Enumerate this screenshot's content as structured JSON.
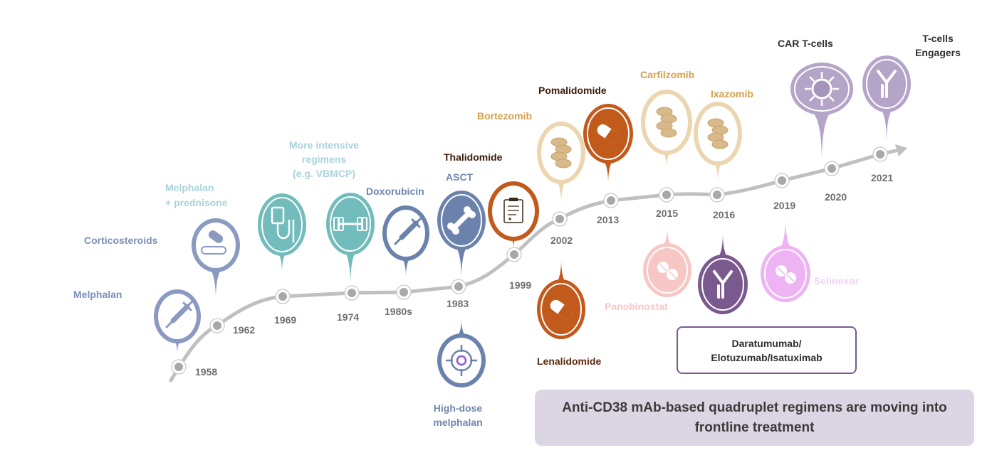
{
  "years": [
    "1958",
    "1962",
    "1969",
    "1974",
    "1980s",
    "1983",
    "1999",
    "2002",
    "2013",
    "2015",
    "2016",
    "2019",
    "2020",
    "2021"
  ],
  "drugs": {
    "melphalan": "Melphalan",
    "corticosteroids": "Corticosteroids",
    "melphalan_prednisone": [
      "Melphalan",
      "+ prednisone"
    ],
    "more_intensive": [
      "More intensive",
      "regimens",
      "(e.g. VBMCP)"
    ],
    "doxorubicin": "Doxorubicin",
    "asct": "ASCT",
    "high_dose_melphalan": [
      "High-dose",
      "melphalan"
    ],
    "thalidomide": "Thalidomide",
    "bortezomib": "Bortezomib",
    "lenalidomide": "Lenalidomide",
    "pomalidomide": "Pomalidomide",
    "carfilzomib": "Carfilzomib",
    "panobinostat": "Panobinostat",
    "ixazomib": "Ixazomib",
    "selinexor": "Selinexor",
    "car_t": "CAR T-cells",
    "t_cell_engagers": [
      "T-cells",
      "Engagers"
    ]
  },
  "antibody_box": [
    "Daratumumab/",
    "Elotuzumab/Isatuximab"
  ],
  "footer_box": [
    "Anti-CD38 mAb-based quadruplet regimens are moving into",
    "frontline treatment"
  ],
  "colors": {
    "blue_grey": "#8a9ac0",
    "teal": "#72bcbc",
    "light_teal": "#a6d4d6",
    "slate": "#6b83ac",
    "rust": "#c25a1c",
    "dark_brown": "#5a2a0e",
    "gold": "#d2a24a",
    "beige": "#ecd6b0",
    "pink": "#f7c7c5",
    "purple": "#7a5a8e",
    "lilac": "#eeb3f3",
    "lavender": "#b4a4c8",
    "track": "#c0c0c0",
    "footer_bg": "#dcd5e3"
  }
}
